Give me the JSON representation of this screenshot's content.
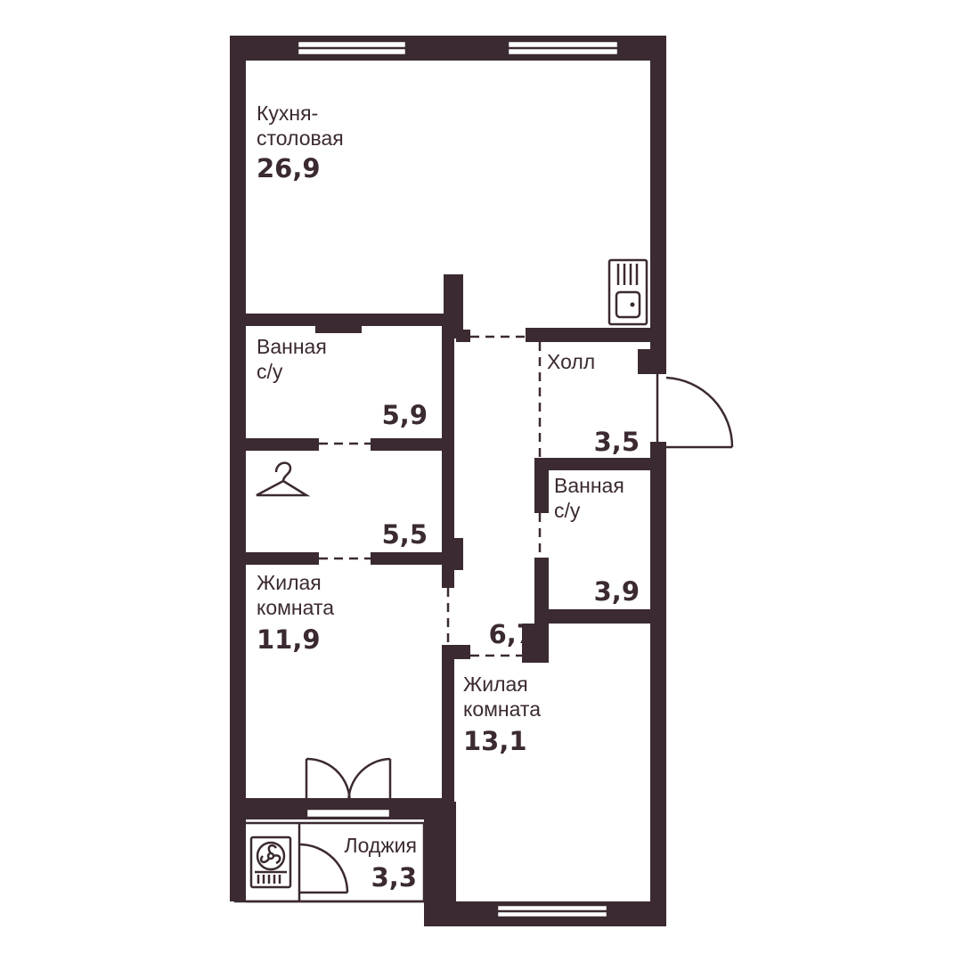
{
  "colors": {
    "wall": "#3b2a32",
    "background": "#ffffff"
  },
  "rooms": {
    "kitchen": {
      "name_line1": "Кухня-",
      "name_line2": "столовая",
      "area": "26,9"
    },
    "bathroom1": {
      "name_line1": "Ванная",
      "name_line2": "с/у",
      "area": "5,9"
    },
    "wardrobe": {
      "icon": "hanger-icon",
      "area": "5,5"
    },
    "bedroom1": {
      "name_line1": "Жилая",
      "name_line2": "комната",
      "area": "11,9"
    },
    "corridor": {
      "area": "6,7"
    },
    "hall": {
      "name_line1": "Холл",
      "area": "3,5"
    },
    "bathroom2": {
      "name_line1": "Ванная",
      "name_line2": "с/у",
      "area": "3,9"
    },
    "bedroom2": {
      "name_line1": "Жилая",
      "name_line2": "комната",
      "area": "13,1"
    },
    "loggia": {
      "name_line1": "Лоджия",
      "area": "3,3"
    }
  },
  "fixtures": {
    "sink": "sink-icon",
    "ventilation": "fan-icon"
  }
}
